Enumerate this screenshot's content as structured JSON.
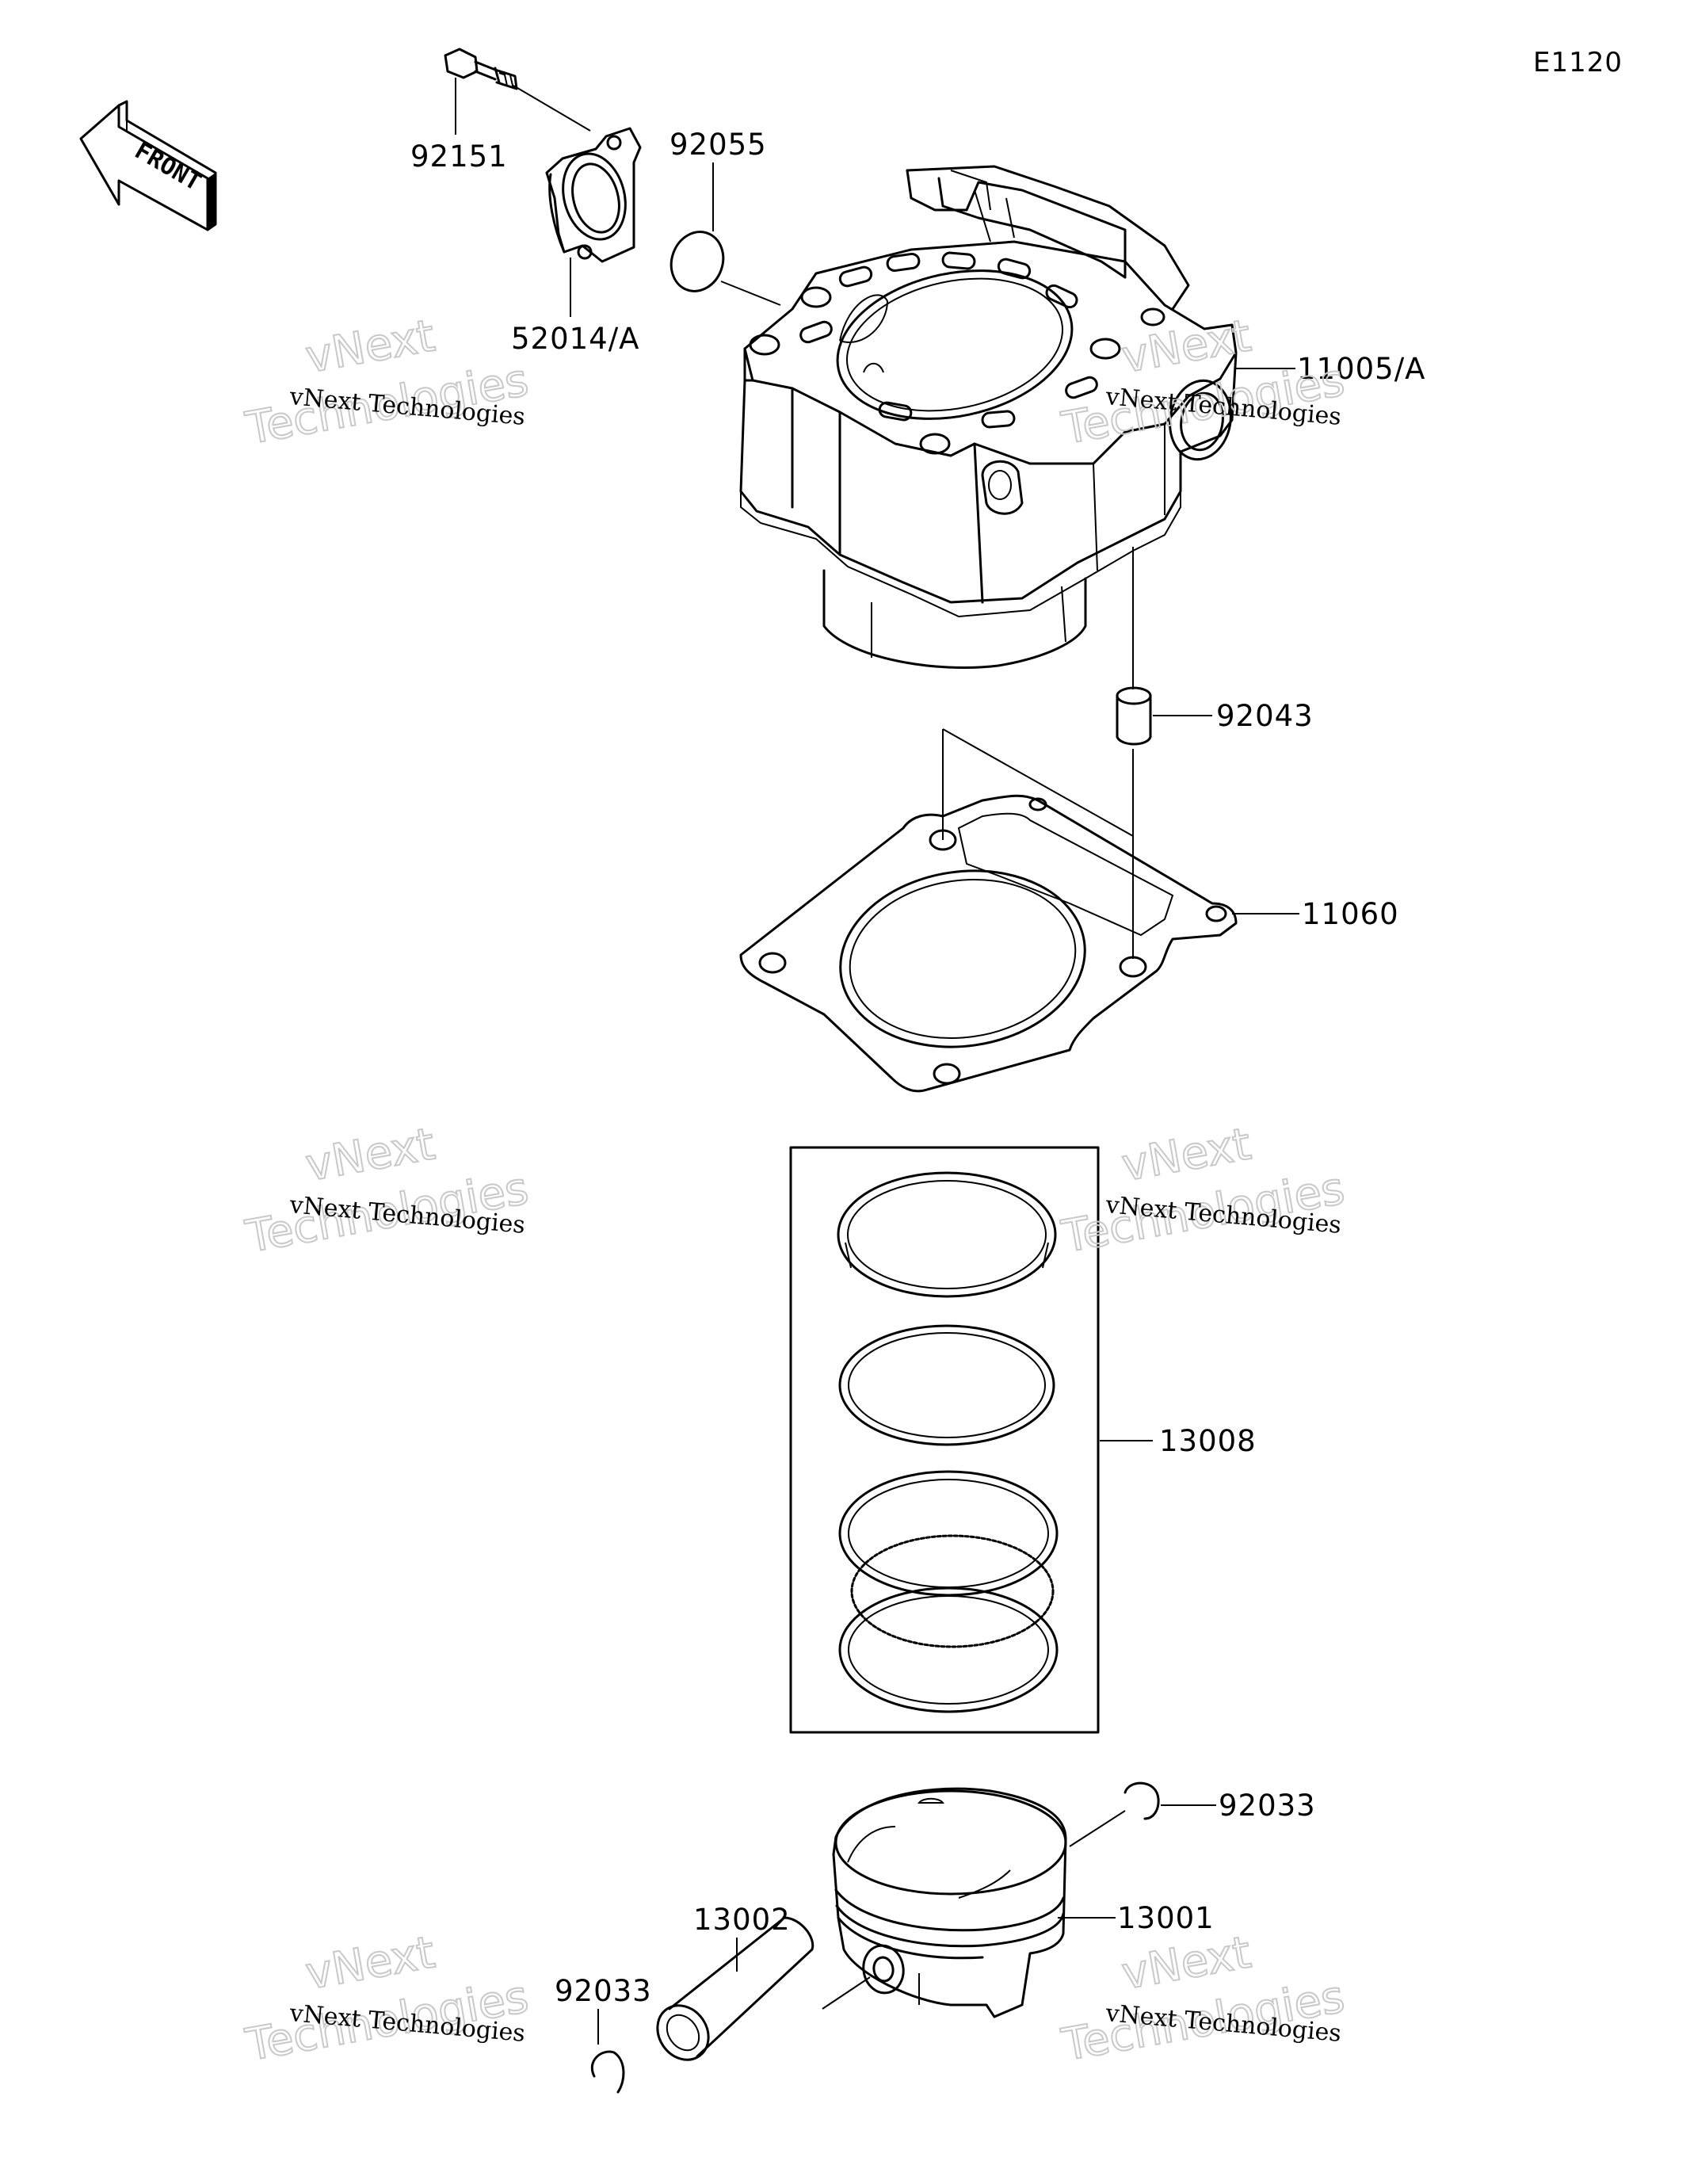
{
  "diagram": {
    "code": "E1120",
    "front_label": "FRONT",
    "watermark": {
      "line1": "vNext Technologies",
      "line2": "vNext",
      "line3": "Technologies"
    },
    "parts": {
      "bolt": "92151",
      "oring": "92055",
      "fitting": "52014/A",
      "cylinder": "11005/A",
      "dowel": "92043",
      "gasket": "11060",
      "ring_set": "13008",
      "circlip_right": "92033",
      "piston": "13001",
      "pin": "13002",
      "circlip_left": "92033"
    }
  }
}
